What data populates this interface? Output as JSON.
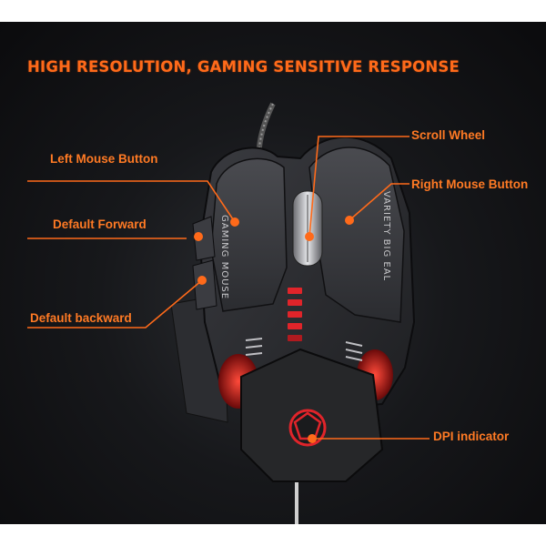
{
  "headline": "HIGH RESOLUTION, GAMING SENSITIVE RESPONSE",
  "callouts": {
    "scroll_wheel": "Scroll Wheel",
    "left_button": "Left Mouse Button",
    "right_button": "Right Mouse Button",
    "forward": "Default Forward",
    "backward": "Default backward",
    "dpi": "DPI indicator"
  },
  "shell_text": {
    "left": "GAMING MOUSE",
    "right": "VARIETY BIG EAL"
  },
  "colors": {
    "accent": "#ff6a1a",
    "background": "#111214",
    "led_red": "#e0242a",
    "shell": "#2a2b2f"
  }
}
